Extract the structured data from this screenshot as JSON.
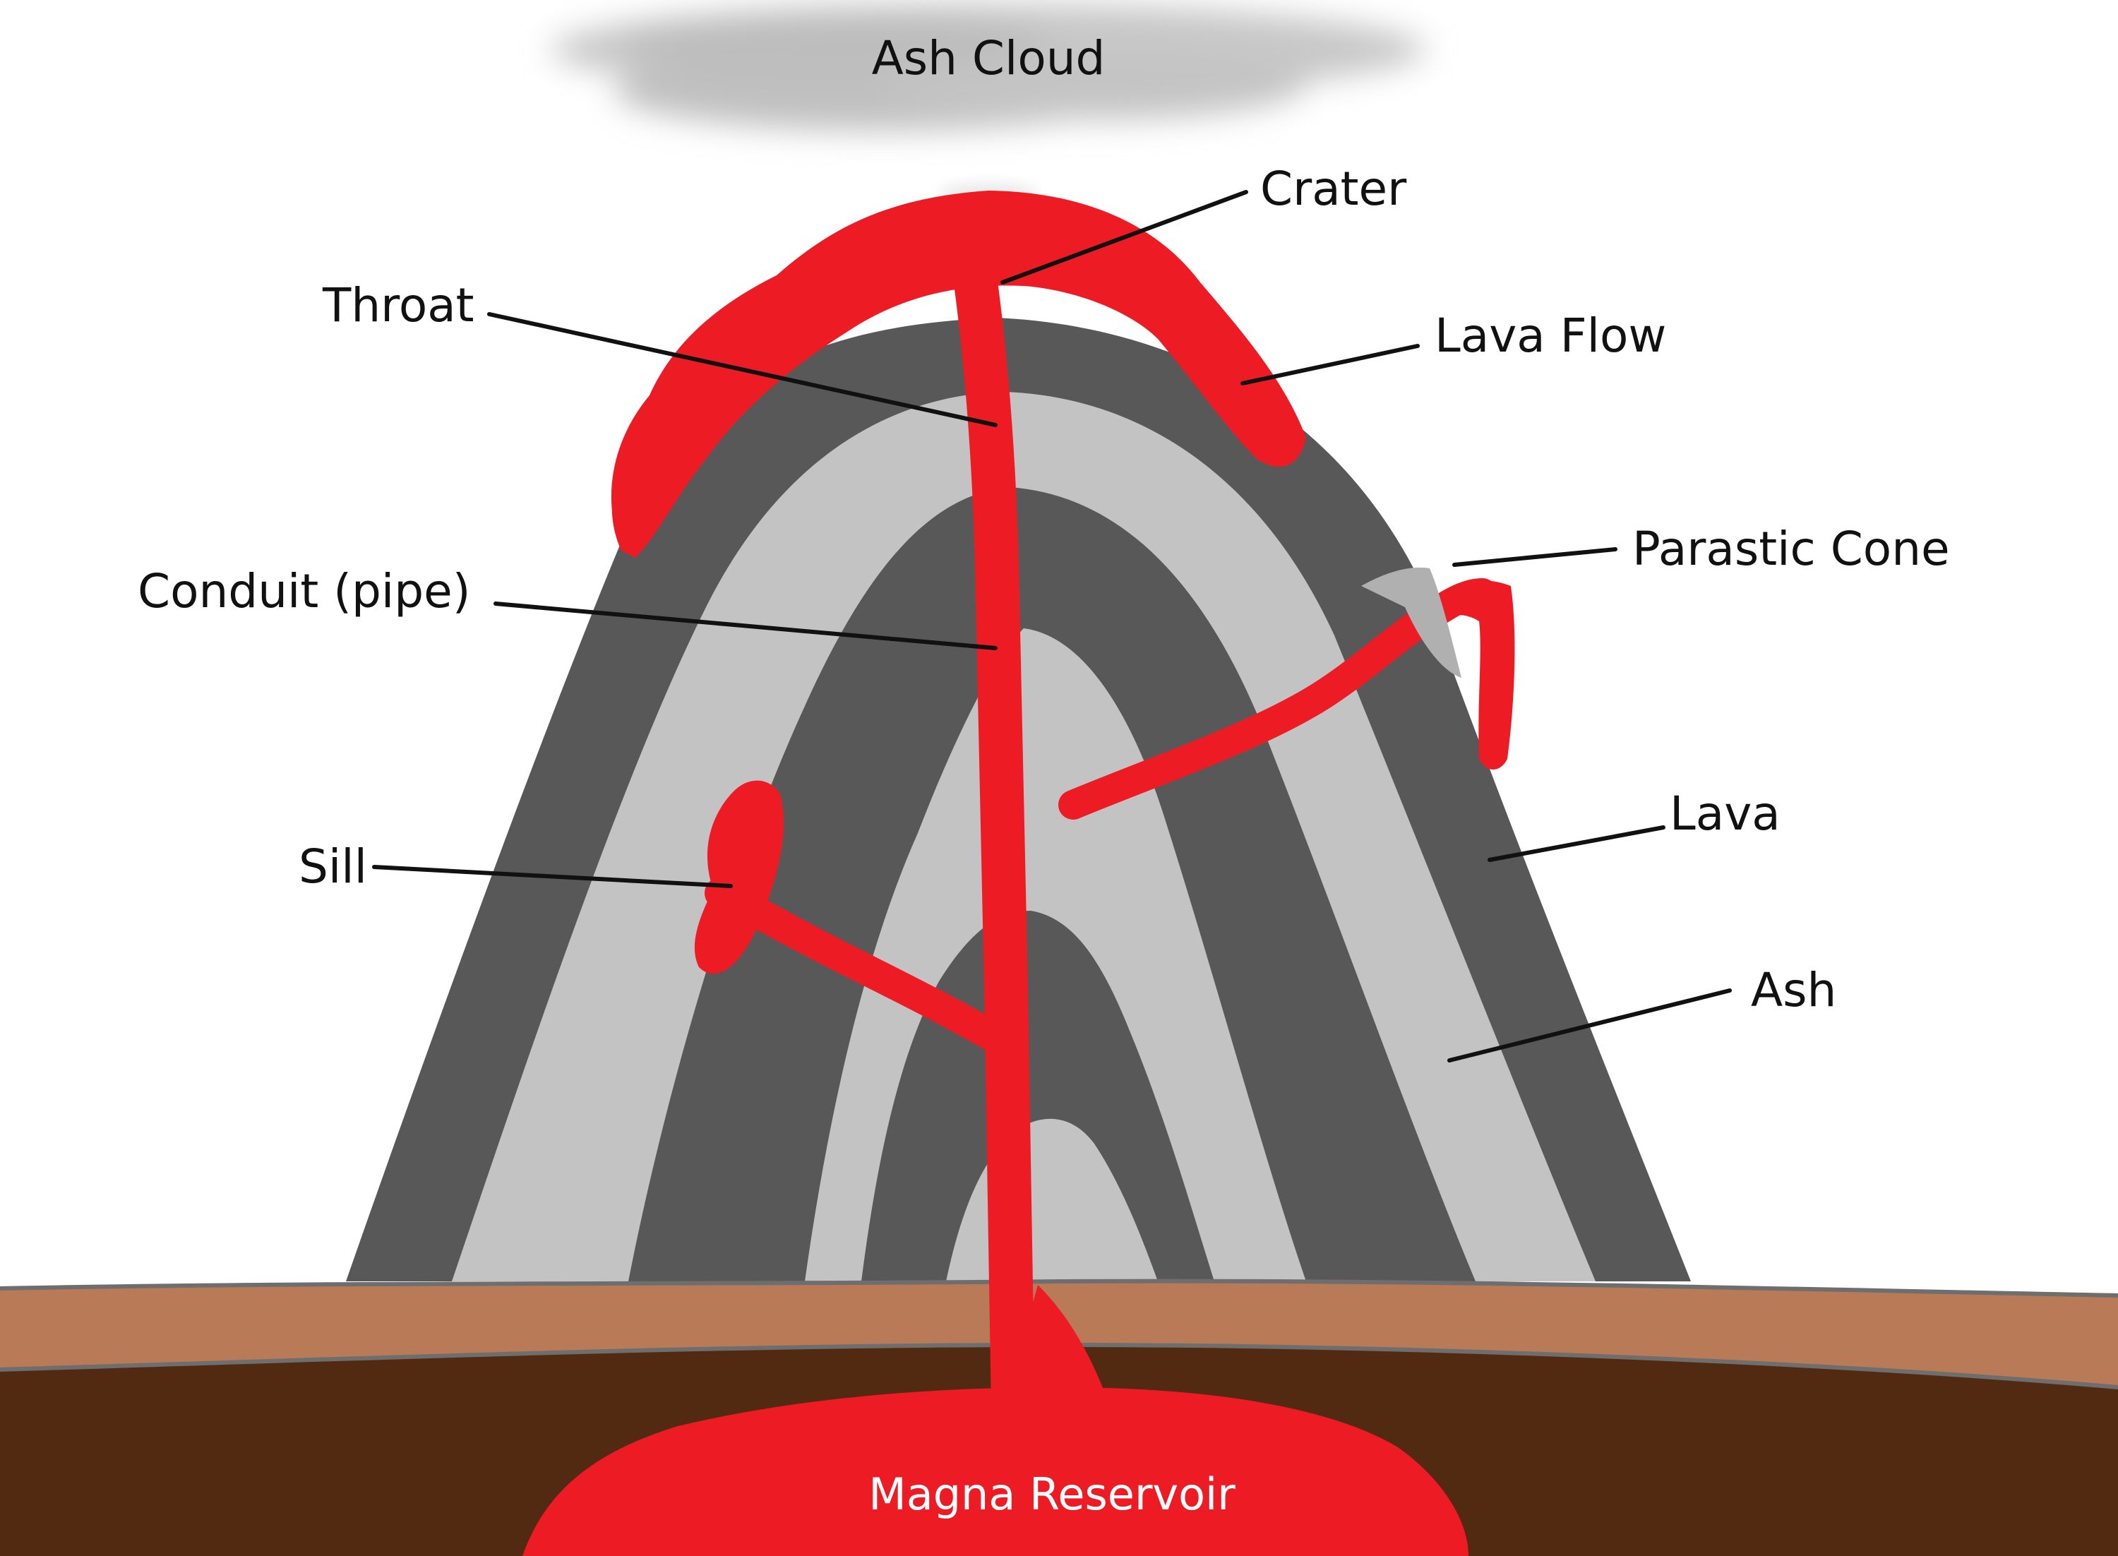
{
  "labels": {
    "ash_cloud": "Ash Cloud",
    "crater": "Crater",
    "throat": "Throat",
    "lava_flow": "Lava Flow",
    "parastic_cone": "Parastic Cone",
    "conduit": "Conduit (pipe)",
    "sill": "Sill",
    "lava": "Lava",
    "ash": "Ash",
    "magna_reservoir": "Magna Reservoir"
  },
  "colors": {
    "lava_red": "#ed1c24",
    "lava_layer": "#585858",
    "ash_layer": "#c3c3c3",
    "topsoil": "#b97a57",
    "subsoil": "#522a12",
    "ash_cloud": "#c8c8c8"
  }
}
